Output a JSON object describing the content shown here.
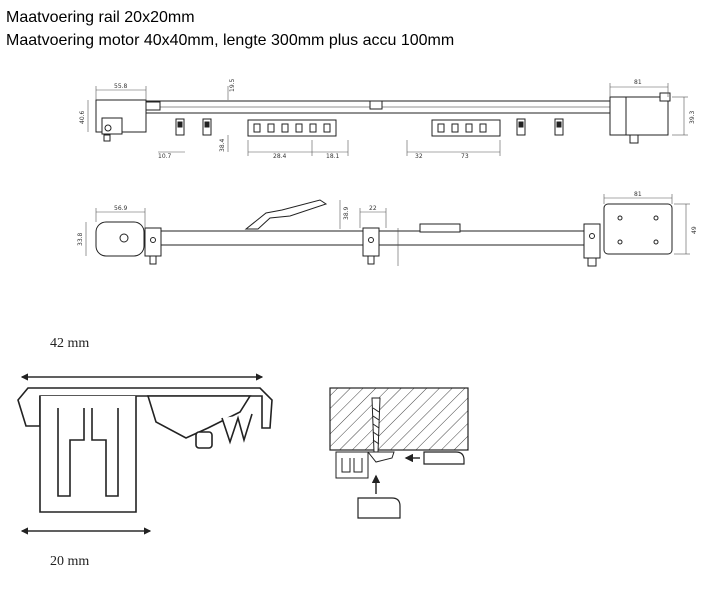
{
  "headings": {
    "rail": "Maatvoering rail 20x20mm",
    "motor": "Maatvoering motor 40x40mm, lengte 300mm plus accu 100mm"
  },
  "top_view_dims": {
    "d1": "55.8",
    "d2": "19.5",
    "d3": "40.6",
    "d4": "10.7",
    "d5": "38.4",
    "d6": "28.4",
    "d7": "18.1",
    "d8": "32",
    "d9": "73",
    "d10": "81",
    "d11": "39.3"
  },
  "bottom_view_dims": {
    "d1": "56.9",
    "d2": "33.8",
    "d3": "38.9",
    "d4": "22",
    "d5": "81",
    "d6": "49"
  },
  "profile_labels": {
    "width_top": "42 mm",
    "width_bottom": "20 mm"
  },
  "colors": {
    "line": "#222222",
    "dim_line": "#555555",
    "hatch": "#444444"
  }
}
